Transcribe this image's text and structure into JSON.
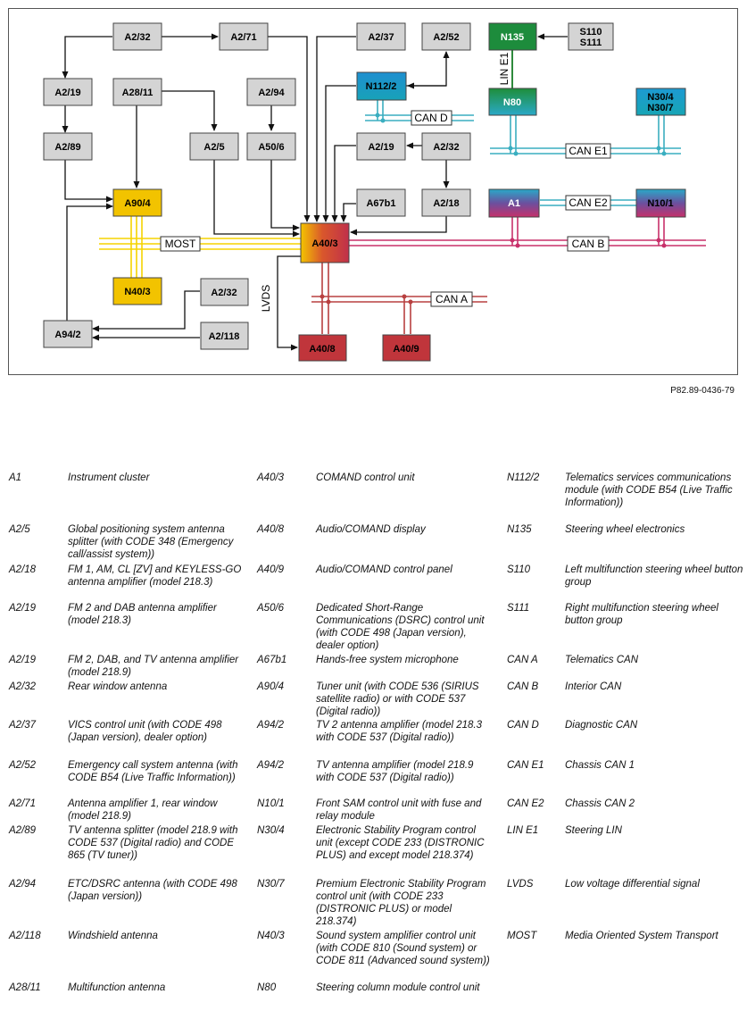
{
  "figure_id": "P82.89-0436-79",
  "components": {
    "a2_32_top": "A2/32",
    "a2_71": "A2/71",
    "a2_37": "A2/37",
    "a2_52": "A2/52",
    "n135": "N135",
    "s110_s111": [
      "S110",
      "S111"
    ],
    "a2_19_left": "A2/19",
    "a28_11": "A28/11",
    "a2_94": "A2/94",
    "n112_2": "N112/2",
    "n80": "N80",
    "n30_4_n30_7": [
      "N30/4",
      "N30/7"
    ],
    "a2_89": "A2/89",
    "a2_5": "A2/5",
    "a50_6": "A50/6",
    "a2_19_mid": "A2/19",
    "a2_32_mid": "A2/32",
    "a90_4": "A90/4",
    "a67b1": "A67b1",
    "a2_18": "A2/18",
    "a1": "A1",
    "n10_1": "N10/1",
    "a40_3": "A40/3",
    "n40_3": "N40/3",
    "a2_32_low": "A2/32",
    "a94_2": "A94/2",
    "a2_118": "A2/118",
    "a40_8": "A40/8",
    "a40_9": "A40/9"
  },
  "buses": {
    "can_d": "CAN D",
    "can_e1": "CAN E1",
    "can_e2": "CAN E2",
    "can_b": "CAN B",
    "can_a": "CAN A",
    "most": "MOST",
    "lin_e1": "LIN E1",
    "lvds": "LVDS"
  },
  "colors": {
    "gray_box": "#d4d4d4",
    "can_teal": "#3aaec0",
    "can_magenta": "#c8306a",
    "can_red": "#b84040",
    "most_yellow": "#f5d400",
    "lin_green": "#2f8a3c",
    "n135_green": "#1d8c3c",
    "n80_fill": "#1a9a8a",
    "n112_blue": "#1e8fc6",
    "a90_yellow": "#f2c300",
    "a40_red": "#c0353b"
  },
  "legend": {
    "col1": [
      {
        "code": "A1",
        "desc": "Instrument cluster"
      },
      {
        "code": "A2/5",
        "desc": "Global positioning system antenna splitter (with CODE 348 (Emergency call/assist system))"
      },
      {
        "code": "A2/18",
        "desc": "FM 1, AM, CL [ZV] and KEYLESS-GO antenna amplifier (model 218.3)"
      },
      {
        "code": "A2/19",
        "desc": "FM 2 and DAB antenna amplifier (model 218.3)"
      },
      {
        "code": "A2/19",
        "desc": "FM 2, DAB, and TV antenna amplifier (model 218.9)"
      },
      {
        "code": "A2/32",
        "desc": "Rear window antenna"
      },
      {
        "code": "A2/37",
        "desc": "VICS control unit (with CODE 498 (Japan version), dealer option)"
      },
      {
        "code": "A2/52",
        "desc": "Emergency call system antenna (with CODE B54 (Live Traffic Information))"
      },
      {
        "code": "A2/71",
        "desc": "Antenna amplifier 1, rear window (model 218.9)"
      },
      {
        "code": "A2/89",
        "desc": "TV antenna splitter (model 218.9 with CODE 537 (Digital radio) and CODE 865 (TV tuner))"
      },
      {
        "code": "A2/94",
        "desc": "ETC/DSRC antenna (with CODE 498 (Japan version))"
      },
      {
        "code": "A2/118",
        "desc": "Windshield antenna"
      },
      {
        "code": "A28/11",
        "desc": "Multifunction antenna"
      }
    ],
    "col2": [
      {
        "code": "A40/3",
        "desc": "COMAND control unit"
      },
      {
        "code": "A40/8",
        "desc": "Audio/COMAND display"
      },
      {
        "code": "A40/9",
        "desc": "Audio/COMAND control panel"
      },
      {
        "code": "A50/6",
        "desc": "Dedicated Short-Range Communications (DSRC) control unit (with CODE 498 (Japan version), dealer option)"
      },
      {
        "code": "A67b1",
        "desc": "Hands-free system microphone"
      },
      {
        "code": "A90/4",
        "desc": "Tuner unit (with CODE 536 (SIRIUS satellite radio) or with CODE 537 (Digital radio))"
      },
      {
        "code": "A94/2",
        "desc": "TV 2 antenna amplifier (model 218.3 with CODE 537 (Digital radio))"
      },
      {
        "code": "A94/2",
        "desc": "TV antenna amplifier (model 218.9 with CODE 537 (Digital radio))"
      },
      {
        "code": "N10/1",
        "desc": "Front SAM control unit with fuse and relay module"
      },
      {
        "code": "N30/4",
        "desc": "Electronic Stability Program control unit (except CODE 233 (DISTRONIC PLUS) and except model 218.374)"
      },
      {
        "code": "N30/7",
        "desc": "Premium Electronic Stability Program control unit (with CODE 233 (DISTRONIC PLUS) or model 218.374)"
      },
      {
        "code": "N40/3",
        "desc": "Sound system amplifier control unit (with CODE 810 (Sound system) or CODE 811 (Advanced sound system))"
      },
      {
        "code": "N80",
        "desc": "Steering column module control unit"
      }
    ],
    "col3": [
      {
        "code": "N112/2",
        "desc": "Telematics services communications module (with CODE B54 (Live Traffic Information))"
      },
      {
        "code": "N135",
        "desc": "Steering wheel electronics"
      },
      {
        "code": "S110",
        "desc": "Left multifunction steering wheel button group"
      },
      {
        "code": "S111",
        "desc": "Right multifunction steering wheel button group"
      },
      {
        "code": "CAN A",
        "desc": "Telematics CAN"
      },
      {
        "code": "CAN B",
        "desc": "Interior CAN"
      },
      {
        "code": "CAN D",
        "desc": "Diagnostic CAN"
      },
      {
        "code": "CAN E1",
        "desc": "Chassis CAN 1"
      },
      {
        "code": "CAN E2",
        "desc": "Chassis CAN 2"
      },
      {
        "code": "LIN E1",
        "desc": "Steering LIN"
      },
      {
        "code": "LVDS",
        "desc": "Low voltage differential signal"
      },
      {
        "code": "MOST",
        "desc": "Media Oriented System Transport"
      }
    ]
  }
}
